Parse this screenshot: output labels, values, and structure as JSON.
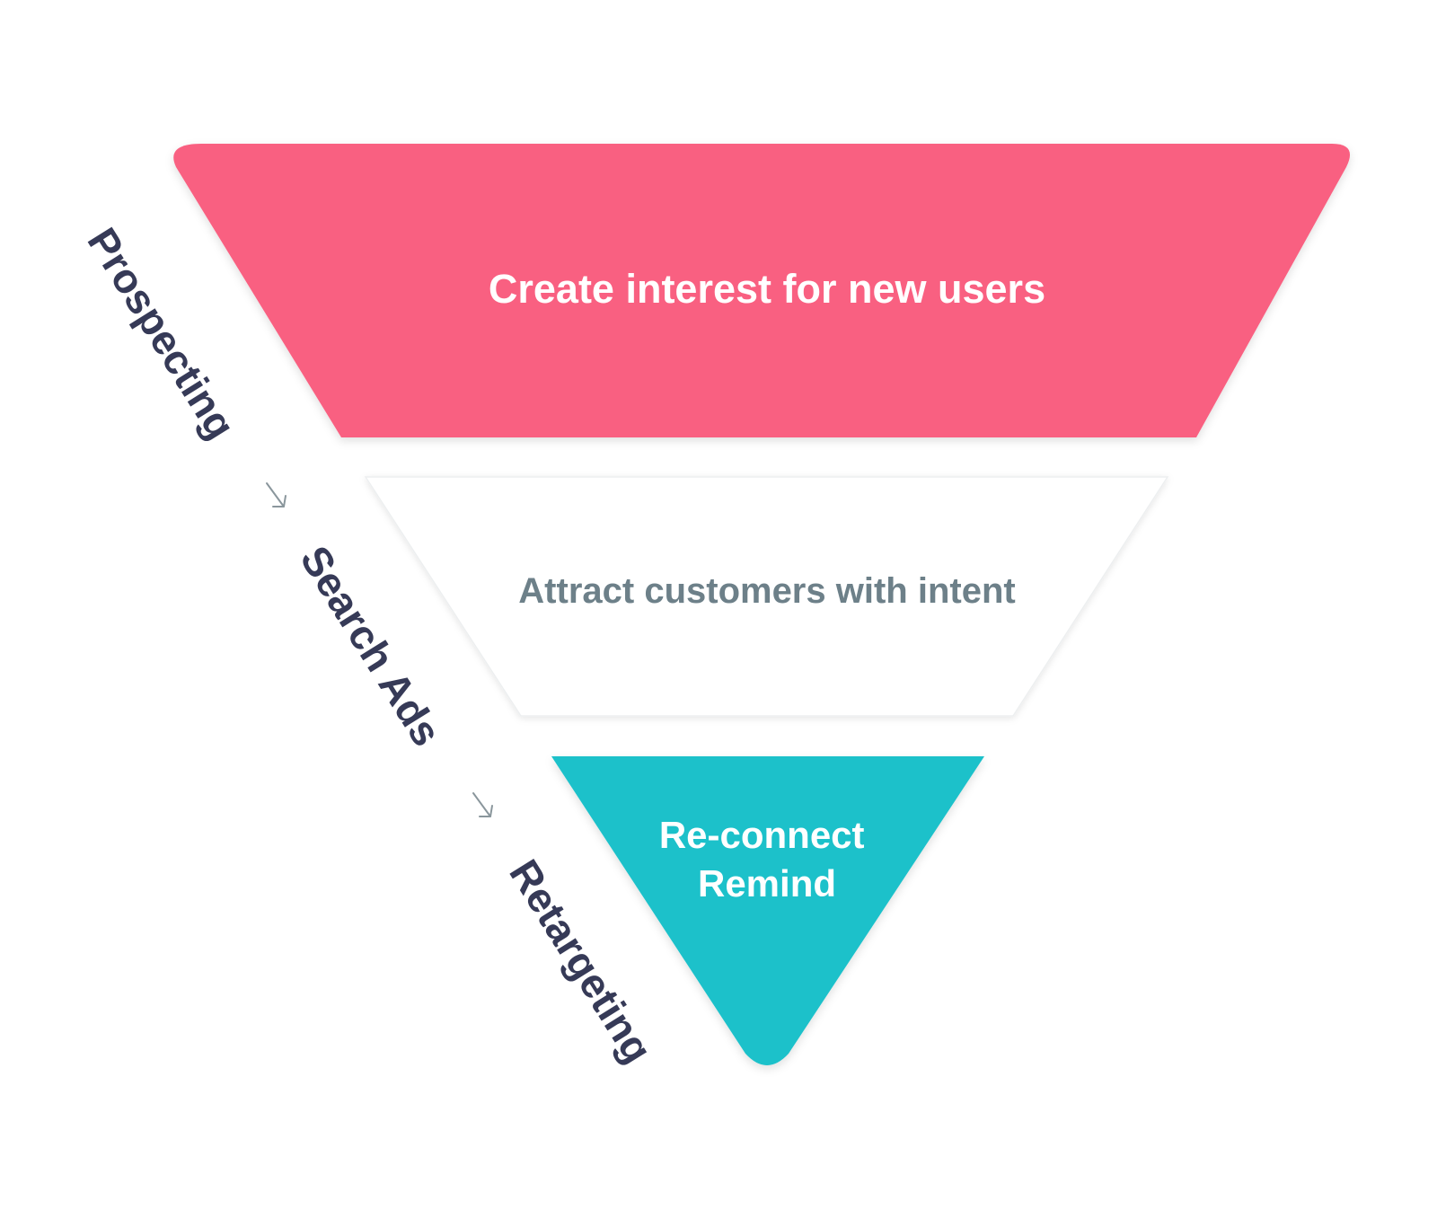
{
  "stages": [
    {
      "label": "Prospecting",
      "description_lines": [
        "Create interest for new users"
      ],
      "color": "#F96181",
      "text_color": "#FFFFFF"
    },
    {
      "label": "Search Ads",
      "description_lines": [
        "Attract customers with intent"
      ],
      "color": "#FFFFFF",
      "text_color": "#6D8089"
    },
    {
      "label": "Retargeting",
      "description_lines": [
        "Re-connect",
        "Remind"
      ],
      "color": "#1BC1CA",
      "text_color": "#FFFFFF"
    }
  ],
  "label_color": "#363A57",
  "arrow_color": "#8A969C",
  "arrow_icon": "arrow-down-right-icon"
}
